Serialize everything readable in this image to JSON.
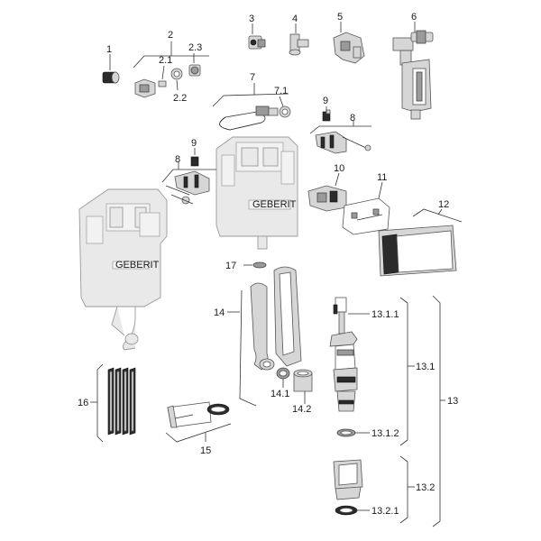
{
  "labels": {
    "l1": "1",
    "l2": "2",
    "l2_1": "2.1",
    "l2_2": "2.2",
    "l2_3": "2.3",
    "l3": "3",
    "l4": "4",
    "l5": "5",
    "l6": "6",
    "l7": "7",
    "l7_1": "7.1",
    "l8a": "8",
    "l9a": "9",
    "l8b": "8",
    "l9b": "9",
    "l10": "10",
    "l11": "11",
    "l12": "12",
    "l13": "13",
    "l13_1": "13.1",
    "l13_1_1": "13.1.1",
    "l13_1_2": "13.1.2",
    "l13_2": "13.2",
    "l13_2_1": "13.2.1",
    "l14": "14",
    "l14_1": "14.1",
    "l14_2": "14.2",
    "l15": "15",
    "l16": "16",
    "l17": "17"
  },
  "logos": {
    "cistern_center": "GEBERIT",
    "cistern_left": "GEBERIT"
  }
}
